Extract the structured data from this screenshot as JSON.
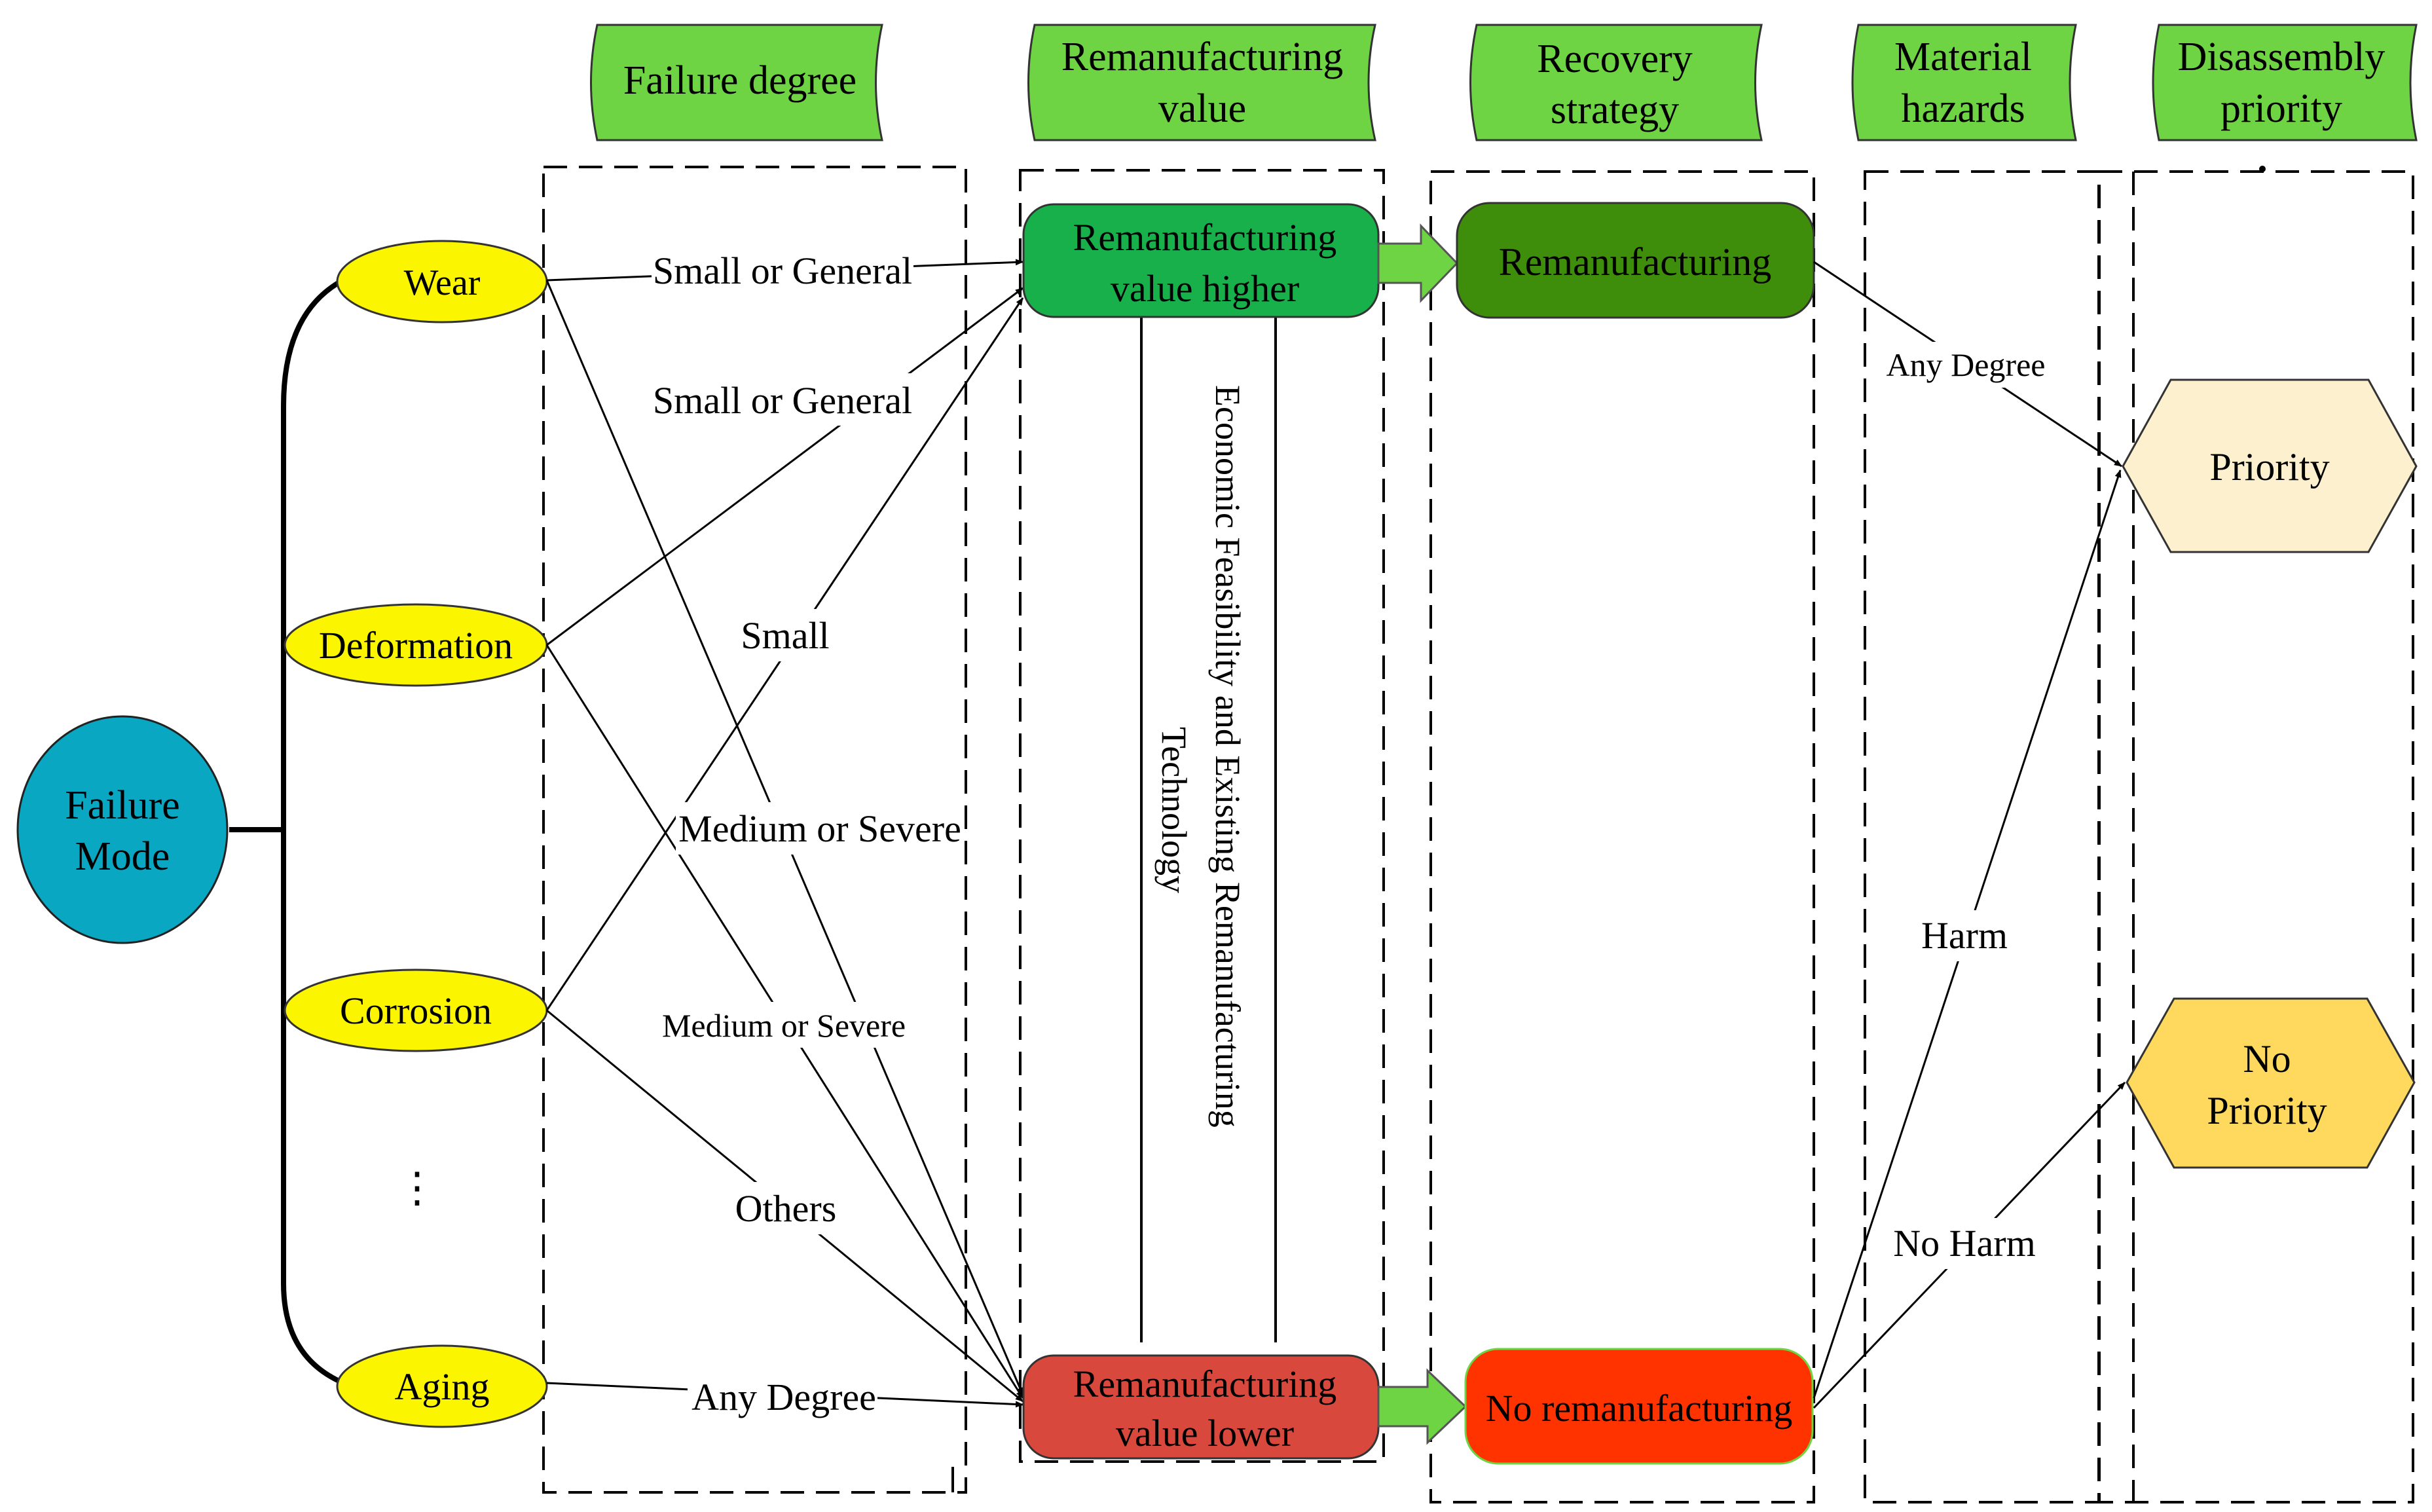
{
  "root": {
    "line1": "Failure",
    "line2": "Mode"
  },
  "failure_modes": {
    "wear": "Wear",
    "deformation": "Deformation",
    "corrosion": "Corrosion",
    "ellipsis": "⋮",
    "aging": "Aging"
  },
  "headers": {
    "failure_degree": "Failure degree",
    "reman_value_1": "Remanufacturing",
    "reman_value_2": "value",
    "recovery_1": "Recovery",
    "recovery_2": "strategy",
    "hazards_1": "Material",
    "hazards_2": "hazards",
    "priority_1": "Disassembly",
    "priority_2": "priority"
  },
  "edge_labels": {
    "wear_small": "Small or General",
    "deform_small": "Small or General",
    "corrosion_small": "Small",
    "wear_medium": "Medium or Severe",
    "deform_medium": "Medium or Severe",
    "corrosion_others": "Others",
    "aging_any": "Any Degree",
    "reman_any": "Any Degree",
    "harm": "Harm",
    "no_harm": "No Harm"
  },
  "value_boxes": {
    "higher_1": "Remanufacturing",
    "higher_2": "value higher",
    "lower_1": "Remanufacturing",
    "lower_2": "value lower"
  },
  "vertical_text": {
    "line1": "Economic Feasibility and Existing Remanufacturing",
    "line2": "Technology"
  },
  "strategy": {
    "reman": "Remanufacturing",
    "no_reman": "No remanufacturing"
  },
  "priority": {
    "priority": "Priority",
    "no_priority_1": "No",
    "no_priority_2": "Priority"
  },
  "colors": {
    "root": "#0aa7c3",
    "mode": "#fbf500",
    "header": "#6fd444",
    "higher": "#17b04a",
    "lower": "#d9483d",
    "reman": "#3e8e0b",
    "no_reman": "#ff3300",
    "priority": "#fdf0ce",
    "no_priority": "#fed95e",
    "arrow_green": "#6fd444"
  }
}
